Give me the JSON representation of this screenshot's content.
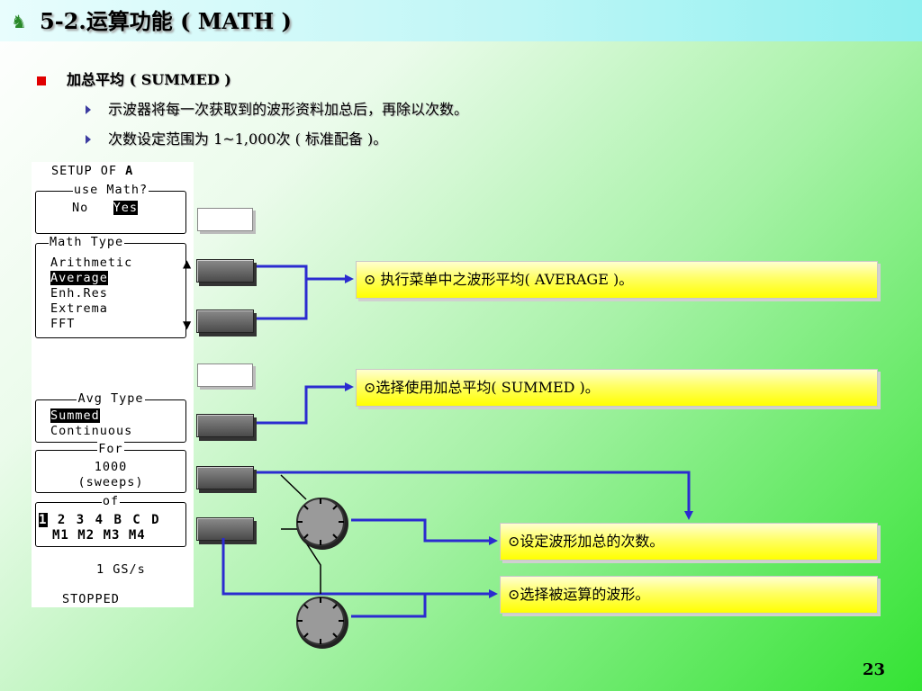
{
  "slide": {
    "title": "5-2.运算功能 ( MATH )",
    "heading": "加总平均 ( SUMMED )",
    "points": [
      "示波器将每一次获取到的波形资料加总后，再除以次数。",
      "次数设定范围为 1~1,000次 ( 标准配备 )。"
    ],
    "page_number": "23"
  },
  "screen": {
    "setup_label": "SETUP OF",
    "setup_channel": "A",
    "use_math": {
      "title": "use Math?",
      "no": "No",
      "yes": "Yes"
    },
    "math_type": {
      "title": "Math Type",
      "items": [
        "Arithmetic",
        "Average",
        "Enh.Res",
        "Extrema",
        "FFT"
      ],
      "selected": "Average"
    },
    "avg_type": {
      "title": "Avg Type",
      "items": [
        "Summed",
        "Continuous"
      ],
      "selected": "Summed"
    },
    "for": {
      "title": "For",
      "value": "1000",
      "unit": "(sweeps)"
    },
    "of": {
      "title": "of",
      "row1": "1 2 3 4 B C D",
      "row2": "M1 M2 M3 M4",
      "selected": "1"
    },
    "rate": "1 GS/s",
    "status": "STOPPED"
  },
  "callouts": [
    "⊙ 执行菜单中之波形平均( AVERAGE )。",
    "⊙选择使用加总平均( SUMMED )。",
    "⊙设定波形加总的次数。",
    "⊙选择被运算的波形。"
  ],
  "colors": {
    "connector": "#2b2bd0",
    "callout": "#ffff33",
    "bullet": "#e00000"
  }
}
